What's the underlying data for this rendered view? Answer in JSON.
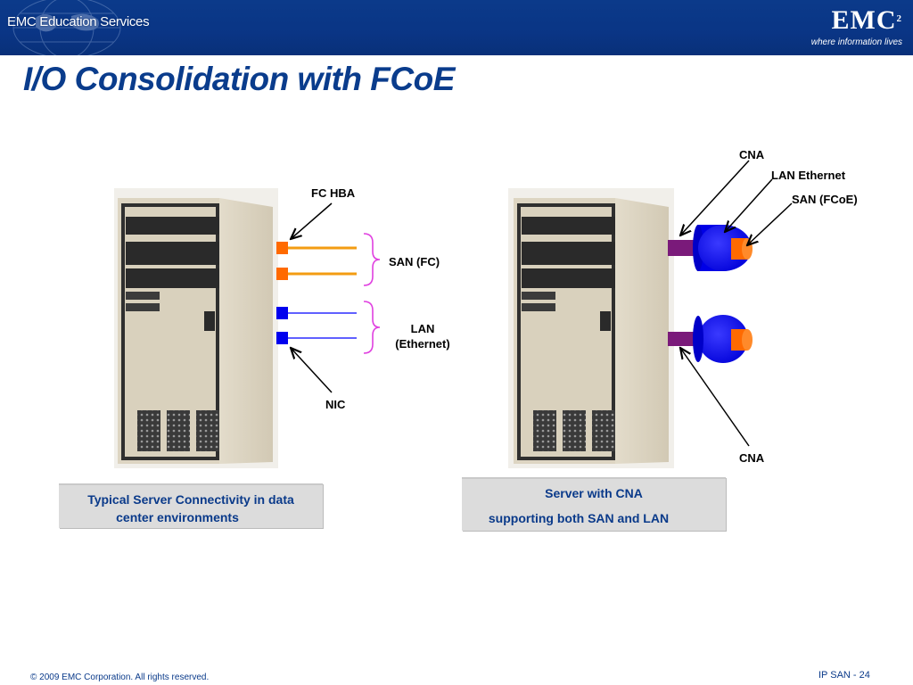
{
  "header": {
    "left_logo": "EMC Education Services",
    "brand_logo": "EMC",
    "brand_superscript": "2",
    "brand_tagline": "where information lives"
  },
  "title": "I/O Consolidation with FCoE",
  "left_diagram": {
    "fc_hba_label": "FC HBA",
    "san_fc_label": "SAN (FC)",
    "lan_label_line1": "LAN",
    "lan_label_line2": "(Ethernet)",
    "nic_label": "NIC",
    "caption_line1": "Typical Server Connectivity in data",
    "caption_line2": "center environments"
  },
  "right_diagram": {
    "cna_top_label": "CNA",
    "lan_ethernet_label": "LAN Ethernet",
    "san_fcoe_label": "SAN (FCoE)",
    "cna_bottom_label": "CNA",
    "caption_line1": "Server with CNA",
    "caption_line2": "supporting both SAN and LAN"
  },
  "colors": {
    "header_blue": "#0a3585",
    "title_blue": "#0a3c8c",
    "fc_orange": "#ff6a00",
    "eth_blue": "#0000ff",
    "cna_purple": "#7a1a7a",
    "bracket_magenta": "#e040e0"
  },
  "footer": {
    "copyright": "© 2009 EMC Corporation. All rights reserved.",
    "page": "IP SAN - 24"
  }
}
